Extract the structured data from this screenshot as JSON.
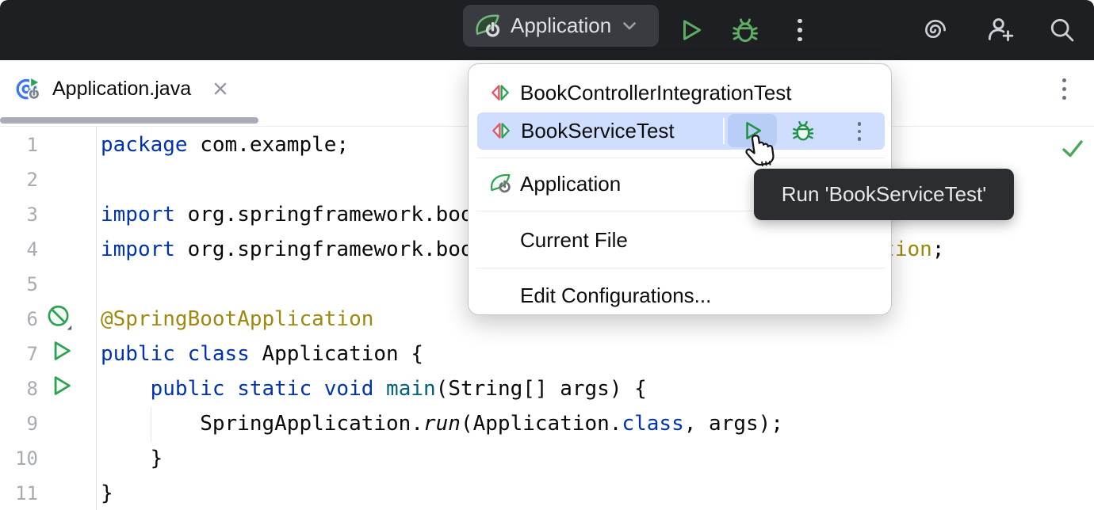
{
  "toolbar": {
    "run_config_label": "Application",
    "icons": {
      "config": "spring-boot-icon",
      "chevron": "chevron-down-icon",
      "run": "run-icon",
      "debug": "debug-icon",
      "more": "more-vertical-icon",
      "ai": "ai-assistant-icon",
      "add_user": "add-user-icon",
      "search": "search-icon"
    },
    "colors": {
      "background": "#1e1f22",
      "button_background": "#393b40",
      "icon_green": "#5fad65",
      "text": "#dfe1e5"
    }
  },
  "tab_bar": {
    "active_tab": {
      "title": "Application.java",
      "icon": "spring-boot-run-file-icon",
      "close_icon": "close-icon"
    },
    "more_icon": "more-vertical-icon"
  },
  "run_menu": {
    "items": [
      {
        "label": "BookControllerIntegrationTest",
        "icon": "junit-test-icon"
      },
      {
        "label": "BookServiceTest",
        "icon": "junit-test-icon",
        "selected": true,
        "controls": [
          "run-icon",
          "debug-icon",
          "more-vertical-icon"
        ]
      },
      {
        "label": "Application",
        "icon": "spring-boot-icon"
      },
      {
        "label": "Current File"
      },
      {
        "label": "Edit Configurations..."
      }
    ],
    "colors": {
      "selection": "#cfdeff",
      "run_button_background": "#b9cef7"
    }
  },
  "tooltip": {
    "text": "Run 'BookServiceTest'"
  },
  "editor": {
    "status_icon": "inspection-ok-checkmark",
    "colors": {
      "keyword": "#0033b3",
      "annotation": "#9e880d",
      "method": "#00627a",
      "text": "#080808",
      "line_number": "#a9abb2"
    },
    "lines": [
      {
        "n": 1,
        "segs": [
          {
            "t": "package",
            "c": "kw"
          },
          {
            "t": " com.example;",
            "c": "pl"
          }
        ]
      },
      {
        "n": 2,
        "segs": []
      },
      {
        "n": 3,
        "segs": [
          {
            "t": "import",
            "c": "kw"
          },
          {
            "t": " org.springframework.boot.SpringApplication;",
            "c": "pl"
          }
        ]
      },
      {
        "n": 4,
        "segs": [
          {
            "t": "import",
            "c": "kw"
          },
          {
            "t": " org.springframework.boot.autoconfigure.",
            "c": "pl"
          },
          {
            "t": "SpringBootApplication",
            "c": "ann"
          },
          {
            "t": ";",
            "c": "pl"
          }
        ]
      },
      {
        "n": 5,
        "segs": []
      },
      {
        "n": 6,
        "gutter_icon": "spring-run-icon",
        "segs": [
          {
            "t": "@SpringBootApplication",
            "c": "ann"
          }
        ]
      },
      {
        "n": 7,
        "gutter_icon": "run-icon",
        "segs": [
          {
            "t": "public class",
            "c": "kw"
          },
          {
            "t": " Application {",
            "c": "pl"
          }
        ]
      },
      {
        "n": 8,
        "gutter_icon": "run-icon",
        "segs": [
          {
            "t": "    ",
            "c": "pl"
          },
          {
            "t": "public static void",
            "c": "kw"
          },
          {
            "t": " ",
            "c": "pl"
          },
          {
            "t": "main",
            "c": "method"
          },
          {
            "t": "(String[] args) {",
            "c": "pl"
          }
        ]
      },
      {
        "n": 9,
        "segs": [
          {
            "t": "        SpringApplication.",
            "c": "pl"
          },
          {
            "t": "run",
            "c": "it"
          },
          {
            "t": "(Application.",
            "c": "pl"
          },
          {
            "t": "class",
            "c": "kw"
          },
          {
            "t": ", args);",
            "c": "pl"
          }
        ]
      },
      {
        "n": 10,
        "segs": [
          {
            "t": "    }",
            "c": "pl"
          }
        ]
      },
      {
        "n": 11,
        "segs": [
          {
            "t": "}",
            "c": "pl"
          }
        ]
      }
    ]
  }
}
